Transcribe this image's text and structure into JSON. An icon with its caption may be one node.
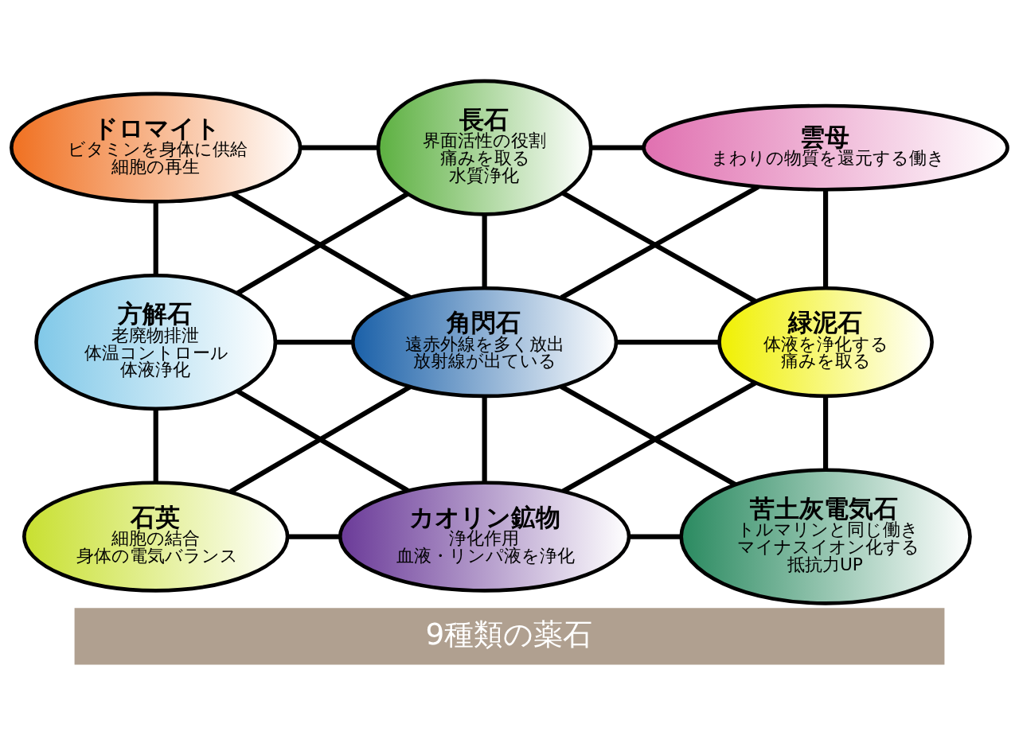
{
  "diagram": {
    "caption": "9種類の薬石",
    "nodes": [
      {
        "text": [
          "ドロマイト",
          "ビタミンを身体に供給",
          "細胞の再生"
        ]
      },
      {
        "text": [
          "長石",
          "界面活性の役割",
          "痛みを取る",
          "水質浄化"
        ]
      },
      {
        "text": [
          "雲母",
          "まわりの物質を還元する働き"
        ]
      },
      {
        "text": [
          "方解石",
          "老廃物排泄",
          "体温コントロール",
          "体液浄化"
        ]
      },
      {
        "text": [
          "角閃石",
          "遠赤外線を多く放出",
          "放射線が出ている"
        ]
      },
      {
        "text": [
          "緑泥石",
          "体液を浄化する",
          "痛みを取る"
        ]
      },
      {
        "text": [
          "石英",
          "細胞の結合",
          "身体の電気バランス"
        ]
      },
      {
        "text": [
          "カオリン鉱物",
          "浄化作用",
          "血液・リンパ液を浄化"
        ]
      },
      {
        "text": [
          "苦土灰電気石",
          "トルマリンと同じ働き",
          "マイナスイオン化する",
          "抵抗力UP"
        ]
      }
    ],
    "edges": [
      {
        "from": 0,
        "to": 1,
        "arrow": "none"
      },
      {
        "from": 1,
        "to": 2,
        "arrow": "none"
      },
      {
        "from": 0,
        "to": 3,
        "arrow": "none"
      },
      {
        "from": 0,
        "to": 4,
        "arrow": "none"
      },
      {
        "from": 1,
        "to": 3,
        "arrow": "none"
      },
      {
        "from": 1,
        "to": 4,
        "arrow": "none"
      },
      {
        "from": 1,
        "to": 5,
        "arrow": "none"
      },
      {
        "from": 2,
        "to": 4,
        "arrow": "none"
      },
      {
        "from": 2,
        "to": 5,
        "arrow": "none"
      },
      {
        "from": 3,
        "to": 4,
        "arrow": "none"
      },
      {
        "from": 4,
        "to": 5,
        "arrow": "none"
      },
      {
        "from": 3,
        "to": 6,
        "arrow": "none"
      },
      {
        "from": 3,
        "to": 7,
        "arrow": "none"
      },
      {
        "from": 4,
        "to": 6,
        "arrow": "none"
      },
      {
        "from": 4,
        "to": 7,
        "arrow": "none"
      },
      {
        "from": 4,
        "to": 8,
        "arrow": "none"
      },
      {
        "from": 5,
        "to": 7,
        "arrow": "none"
      },
      {
        "from": 5,
        "to": 8,
        "arrow": "none"
      },
      {
        "from": 6,
        "to": 7,
        "arrow": "none"
      },
      {
        "from": 7,
        "to": 8,
        "arrow": "none"
      }
    ]
  }
}
